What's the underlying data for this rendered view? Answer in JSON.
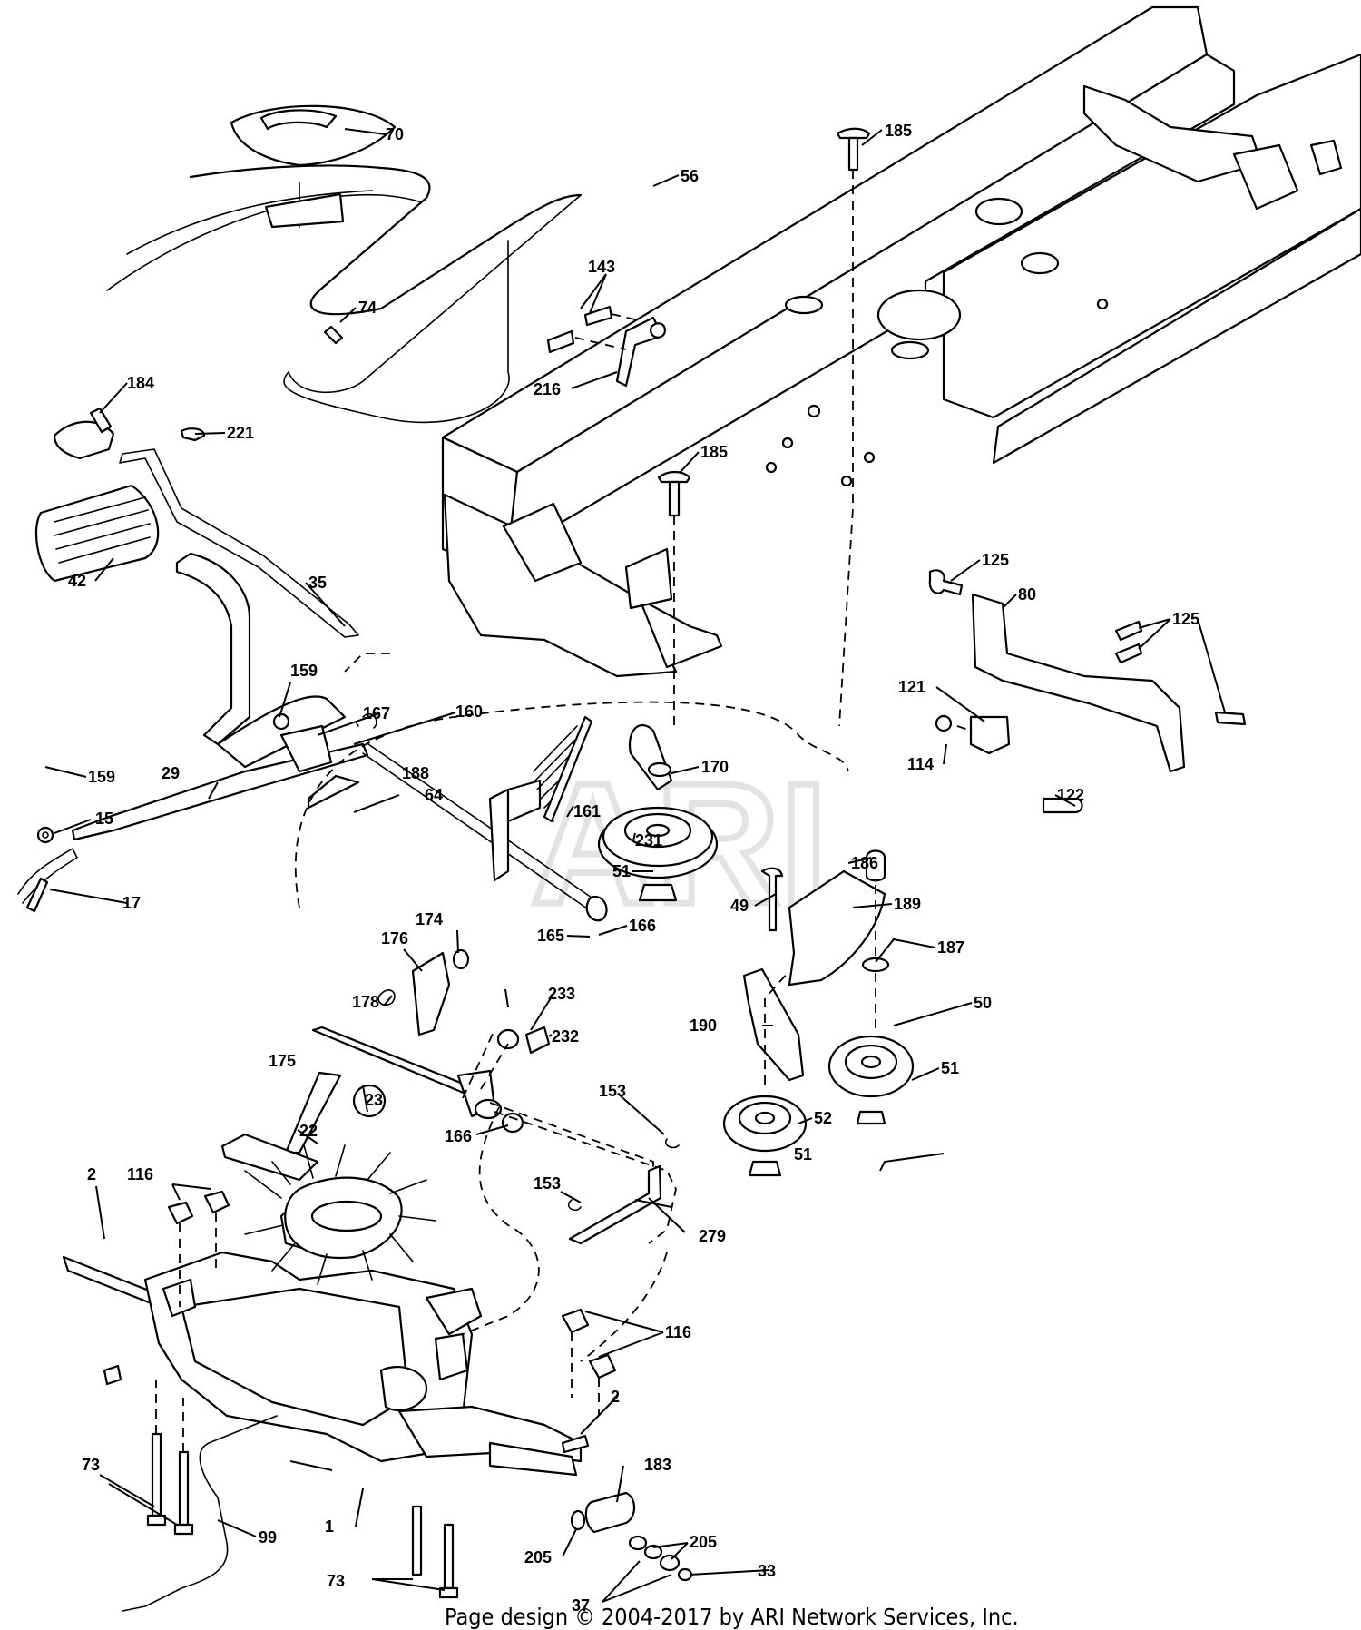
{
  "footer": "Page design © 2004-2017 by ARI Network Services, Inc.",
  "watermark": "ARI",
  "callouts": [
    {
      "id": "70",
      "label": "70"
    },
    {
      "id": "56",
      "label": "56"
    },
    {
      "id": "185a",
      "label": "185"
    },
    {
      "id": "143",
      "label": "143"
    },
    {
      "id": "74",
      "label": "74"
    },
    {
      "id": "216",
      "label": "216"
    },
    {
      "id": "184",
      "label": "184"
    },
    {
      "id": "221",
      "label": "221"
    },
    {
      "id": "185b",
      "label": "185"
    },
    {
      "id": "42",
      "label": "42"
    },
    {
      "id": "35",
      "label": "35"
    },
    {
      "id": "125a",
      "label": "125"
    },
    {
      "id": "80",
      "label": "80"
    },
    {
      "id": "125b",
      "label": "125"
    },
    {
      "id": "159a",
      "label": "159"
    },
    {
      "id": "167",
      "label": "167"
    },
    {
      "id": "160",
      "label": "160"
    },
    {
      "id": "121",
      "label": "121"
    },
    {
      "id": "170",
      "label": "170"
    },
    {
      "id": "114",
      "label": "114"
    },
    {
      "id": "122",
      "label": "122"
    },
    {
      "id": "159b",
      "label": "159"
    },
    {
      "id": "29",
      "label": "29"
    },
    {
      "id": "188",
      "label": "188"
    },
    {
      "id": "64",
      "label": "64"
    },
    {
      "id": "231",
      "label": "231"
    },
    {
      "id": "15",
      "label": "15"
    },
    {
      "id": "161",
      "label": "161"
    },
    {
      "id": "186",
      "label": "186"
    },
    {
      "id": "51a",
      "label": "51"
    },
    {
      "id": "49",
      "label": "49"
    },
    {
      "id": "189",
      "label": "189"
    },
    {
      "id": "17",
      "label": "17"
    },
    {
      "id": "174",
      "label": "174"
    },
    {
      "id": "166a",
      "label": "166"
    },
    {
      "id": "165",
      "label": "165"
    },
    {
      "id": "187",
      "label": "187"
    },
    {
      "id": "176",
      "label": "176"
    },
    {
      "id": "233",
      "label": "233"
    },
    {
      "id": "50",
      "label": "50"
    },
    {
      "id": "178",
      "label": "178"
    },
    {
      "id": "190",
      "label": "190"
    },
    {
      "id": "232",
      "label": "232"
    },
    {
      "id": "175",
      "label": "175"
    },
    {
      "id": "51b",
      "label": "51"
    },
    {
      "id": "153a",
      "label": "153"
    },
    {
      "id": "23",
      "label": "23"
    },
    {
      "id": "52",
      "label": "52"
    },
    {
      "id": "22",
      "label": "22"
    },
    {
      "id": "166b",
      "label": "166"
    },
    {
      "id": "51c",
      "label": "51"
    },
    {
      "id": "2a",
      "label": "2"
    },
    {
      "id": "116a",
      "label": "116"
    },
    {
      "id": "153b",
      "label": "153"
    },
    {
      "id": "279",
      "label": "279"
    },
    {
      "id": "116b",
      "label": "116"
    },
    {
      "id": "2b",
      "label": "2"
    },
    {
      "id": "73a",
      "label": "73"
    },
    {
      "id": "183",
      "label": "183"
    },
    {
      "id": "1",
      "label": "1"
    },
    {
      "id": "99",
      "label": "99"
    },
    {
      "id": "205a",
      "label": "205"
    },
    {
      "id": "205b",
      "label": "205"
    },
    {
      "id": "33",
      "label": "33"
    },
    {
      "id": "73b",
      "label": "73"
    },
    {
      "id": "37",
      "label": "37"
    }
  ]
}
